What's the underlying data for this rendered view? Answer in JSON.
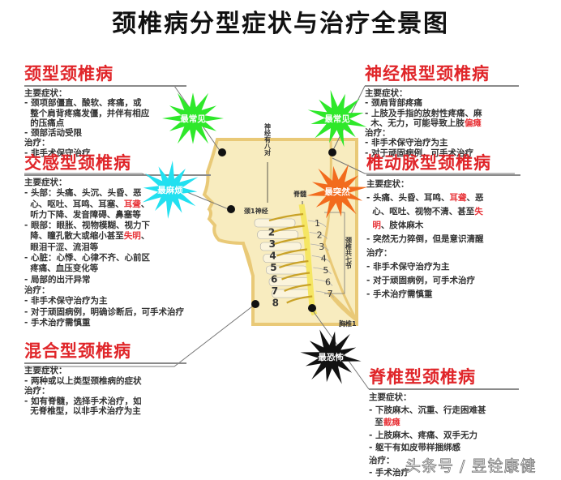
{
  "title": "颈椎病分型症状与治疗全景图",
  "colors": {
    "title_red": "#e0262a",
    "highlight_red": "#e8353a",
    "skin": "#f8ecbf",
    "nerve": "#c9a227",
    "spinal_cord": "#f5e663"
  },
  "sections": [
    {
      "id": "neck-type",
      "title": "颈型颈椎病",
      "lines": [
        [
          {
            "t": "主要症状："
          }
        ],
        [
          {
            "t": "- 颈项部僵直、酸软、疼痛，或"
          }
        ],
        [
          {
            "t": "  整个肩背疼痛发僵，并伴有相应"
          }
        ],
        [
          {
            "t": "  的压痛点"
          }
        ],
        [
          {
            "t": "- 颈部活动受限"
          }
        ],
        [
          {
            "t": "治疗："
          }
        ],
        [
          {
            "t": "- 非手术保守治疗"
          }
        ]
      ]
    },
    {
      "id": "sympathetic-type",
      "title": "交感型颈椎病",
      "lines": [
        [
          {
            "t": "主要症状："
          }
        ],
        [
          {
            "t": "- 头部：头痛、头沉、头昏、恶"
          }
        ],
        [
          {
            "t": "  心、呕吐、耳鸣、耳塞、"
          },
          {
            "t": "耳聋",
            "red": true
          },
          {
            "t": "、"
          }
        ],
        [
          {
            "t": "  听力下降、发音障碍、鼻塞等"
          }
        ],
        [
          {
            "t": "- 眼部：眼胀、视物模糊、视力下"
          }
        ],
        [
          {
            "t": "  降、瞳孔散大或缩小甚至"
          },
          {
            "t": "失明",
            "red": true
          },
          {
            "t": "、"
          }
        ],
        [
          {
            "t": "  眼泪干涩、流泪等"
          }
        ],
        [
          {
            "t": "- 心脏：心悸、心律不齐、心前区"
          }
        ],
        [
          {
            "t": "  疼痛、血压变化等"
          }
        ],
        [
          {
            "t": "- 局部的出汗异常"
          }
        ],
        [
          {
            "t": "治疗："
          }
        ],
        [
          {
            "t": "- 非手术保守治疗为主"
          }
        ],
        [
          {
            "t": "- 对于顽固病例，明确诊断后，可手术治疗"
          }
        ],
        [
          {
            "t": "- 手术治疗需慎重"
          }
        ]
      ]
    },
    {
      "id": "mixed-type",
      "title": "混合型颈椎病",
      "lines": [
        [
          {
            "t": "主要症状："
          }
        ],
        [
          {
            "t": "- 两种或以上类型颈椎病的症状"
          }
        ],
        [
          {
            "t": "治疗："
          }
        ],
        [
          {
            "t": "- 如有脊髓，选择手术治疗，如"
          }
        ],
        [
          {
            "t": "  无脊椎型，以非手术治疗为主"
          }
        ]
      ]
    },
    {
      "id": "nerve-root-type",
      "title": "神经根型颈椎病",
      "lines": [
        [
          {
            "t": "主要症状："
          }
        ],
        [
          {
            "t": "- 颈肩背部疼痛"
          }
        ],
        [
          {
            "t": "- 上肢及手指的放射性疼痛、麻"
          }
        ],
        [
          {
            "t": "  木、无力，可能导致上肢"
          },
          {
            "t": "偏瘫",
            "red": true
          }
        ],
        [
          {
            "t": "治疗："
          }
        ],
        [
          {
            "t": "- 非手术保守治疗为主"
          }
        ],
        [
          {
            "t": "- 对于顽固病例，可手术治疗"
          }
        ]
      ]
    },
    {
      "id": "vertebral-artery-type",
      "title": "椎动脉型颈椎病",
      "lines": [
        [
          {
            "t": "主要症状："
          }
        ],
        [
          {
            "t": "- 头痛、头昏、耳鸣、"
          },
          {
            "t": "耳聋",
            "red": true
          },
          {
            "t": "、恶"
          }
        ],
        [
          {
            "t": "  心、呕吐、视物不清、甚至"
          },
          {
            "t": "失",
            "red": true
          }
        ],
        [
          {
            "t": "  "
          },
          {
            "t": "明",
            "red": true
          },
          {
            "t": "、肢体麻木"
          }
        ],
        [
          {
            "t": "- 突然无力猝倒，但是意识清醒"
          }
        ],
        [
          {
            "t": "治疗："
          }
        ],
        [
          {
            "t": "- 非手术保守治疗为主"
          }
        ],
        [
          {
            "t": "- 对于顽固病例，可手术治疗"
          }
        ],
        [
          {
            "t": "- 手术治疗需慎重"
          }
        ]
      ]
    },
    {
      "id": "spinal-type",
      "title": "脊椎型颈椎病",
      "lines": [
        [
          {
            "t": "主要症状："
          }
        ],
        [
          {
            "t": "- 下肢麻木、沉重、行走困难甚"
          }
        ],
        [
          {
            "t": "  至"
          },
          {
            "t": "截瘫",
            "red": true
          }
        ],
        [
          {
            "t": "- 上肢麻木、疼痛、双手无力"
          }
        ],
        [
          {
            "t": "- 躯干有如皮带样捆绑感"
          }
        ],
        [
          {
            "t": "治疗："
          }
        ],
        [
          {
            "t": "- 手术治疗"
          }
        ]
      ]
    }
  ],
  "badges": [
    {
      "label": "最常见",
      "color": "#2ee82a"
    },
    {
      "label": "最常见",
      "color": "#2ee82a"
    },
    {
      "label": "最麻烦",
      "color": "#22e0f0"
    },
    {
      "label": "最突然",
      "color": "#f26b1d"
    },
    {
      "label": "最恐怖",
      "color": "#111111"
    }
  ],
  "anatomy": {
    "nerve_pairs_label": "神经有八对",
    "c1_nerve_label": "颈1神经",
    "spinal_cord_label": "脊髓",
    "cervical_label": "颈椎共七节",
    "thoracic_label": "胸椎1",
    "nerve_numbers": [
      "2",
      "3",
      "4",
      "5",
      "6",
      "7",
      "8"
    ],
    "vertebra_numbers": [
      "1",
      "2",
      "3",
      "4",
      "5",
      "6",
      "7"
    ]
  },
  "watermark": "头条号 / 昱铨康健"
}
